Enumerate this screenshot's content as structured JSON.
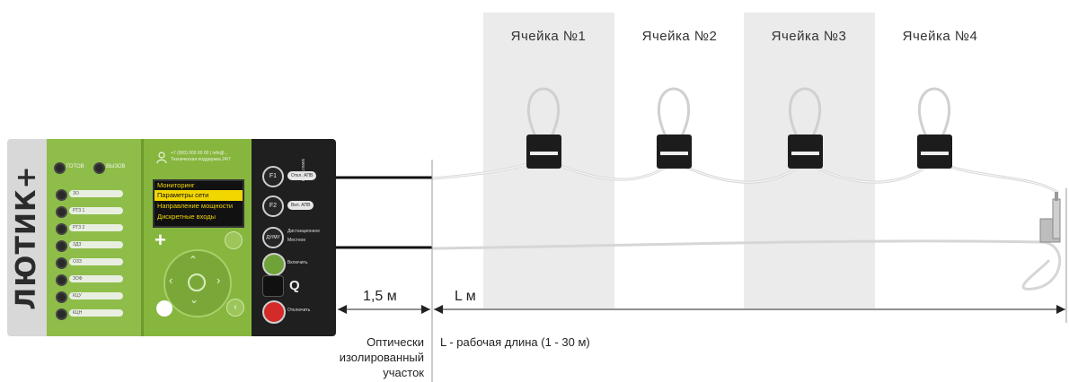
{
  "cells": [
    {
      "label": "Ячейка №1"
    },
    {
      "label": "Ячейка №2"
    },
    {
      "label": "Ячейка №3"
    },
    {
      "label": "Ячейка №4"
    }
  ],
  "device": {
    "brand": "ЛЮТИК+",
    "indicators_top": [
      "ГОТОВ",
      "ВЫЗОВ"
    ],
    "indicators": [
      "ЗО",
      "РТЗ 1",
      "РТЗ 2",
      "ЗДЗ",
      "ОЗЗ",
      "ЗОФ",
      "КЦУ",
      "КЦН"
    ],
    "header_text": [
      "+7 (000) 000 00 00 | info@...",
      "Техническая поддержка 24/7"
    ],
    "lcd_title": "Мониторинг",
    "lcd_items": [
      "Параметры сети",
      "Направление мощности",
      "Дискретные входы"
    ],
    "buttons": {
      "f1": "F1",
      "f2": "F2",
      "f1_label": "Откл. АПВ",
      "f2_label": "Вкл. АПВ",
      "mode_label1": "Дистанционное",
      "mode_label2": "Местное",
      "mode_key": "ДУ/МУ",
      "on_label": "Включить",
      "off_label": "Отключить"
    },
    "side_url": "www.rza.ru"
  },
  "dimensions": {
    "isolated": "1,5 м",
    "working": "L м"
  },
  "captions": {
    "isolated": [
      "Оптически",
      "изолированный",
      "участок"
    ],
    "working": "L - рабочая длина (1 - 30 м)"
  }
}
